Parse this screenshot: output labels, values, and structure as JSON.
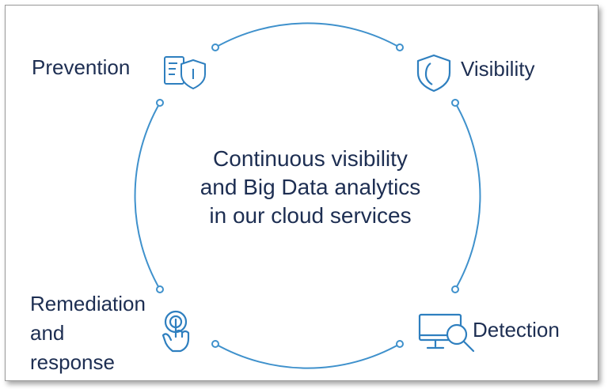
{
  "diagram": {
    "center_lines": [
      "Continuous visibility",
      "and Big Data analytics",
      "in our cloud services"
    ],
    "stages": {
      "prevention": {
        "label": "Prevention",
        "icon": "document-shield-icon"
      },
      "visibility": {
        "label": "Visibility",
        "icon": "shield-icon"
      },
      "detection": {
        "label": "Detection",
        "icon": "monitor-magnifier-icon"
      },
      "remediation": {
        "lines": [
          "Remediation",
          "and",
          "response"
        ],
        "icon": "touch-hand-icon"
      }
    }
  },
  "colors": {
    "line": "#3f91cc",
    "text": "#1d2e52",
    "icon": "#2e7fbf"
  }
}
